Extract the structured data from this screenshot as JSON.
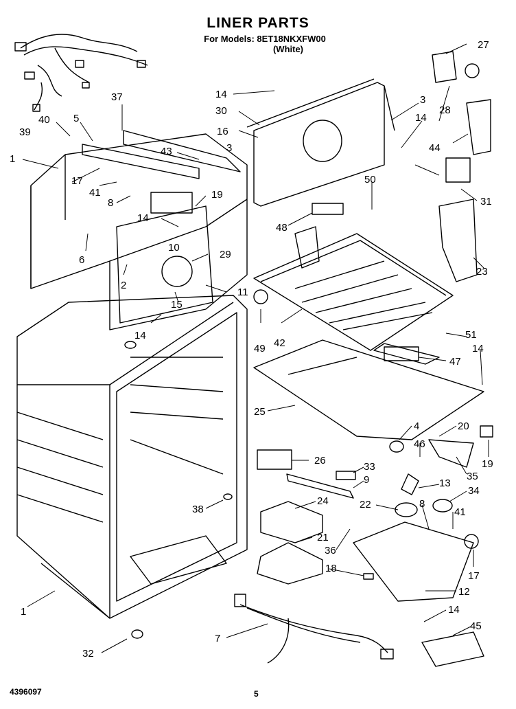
{
  "header": {
    "title": "LINER PARTS",
    "models_line": "For Models: 8ET18NKXFW00",
    "color_line": "(White)"
  },
  "footer": {
    "part_number": "4396097",
    "page_number": "5"
  },
  "callouts": [
    {
      "id": "c27",
      "label": "27"
    },
    {
      "id": "c37",
      "label": "37"
    },
    {
      "id": "c14a",
      "label": "14"
    },
    {
      "id": "c3a",
      "label": "3"
    },
    {
      "id": "c30",
      "label": "30"
    },
    {
      "id": "c14b",
      "label": "14"
    },
    {
      "id": "c28",
      "label": "28"
    },
    {
      "id": "c40",
      "label": "40"
    },
    {
      "id": "c5",
      "label": "5"
    },
    {
      "id": "c16",
      "label": "16"
    },
    {
      "id": "c39",
      "label": "39"
    },
    {
      "id": "c44",
      "label": "44"
    },
    {
      "id": "c3b",
      "label": "3"
    },
    {
      "id": "c43",
      "label": "43"
    },
    {
      "id": "c1a",
      "label": "1"
    },
    {
      "id": "c50",
      "label": "50"
    },
    {
      "id": "c17a",
      "label": "17"
    },
    {
      "id": "c41a",
      "label": "41"
    },
    {
      "id": "c31",
      "label": "31"
    },
    {
      "id": "c19a",
      "label": "19"
    },
    {
      "id": "c8a",
      "label": "8"
    },
    {
      "id": "c48",
      "label": "48"
    },
    {
      "id": "c14c",
      "label": "14"
    },
    {
      "id": "c10",
      "label": "10"
    },
    {
      "id": "c23",
      "label": "23"
    },
    {
      "id": "c6",
      "label": "6"
    },
    {
      "id": "c29",
      "label": "29"
    },
    {
      "id": "c2",
      "label": "2"
    },
    {
      "id": "c11",
      "label": "11"
    },
    {
      "id": "c15",
      "label": "15"
    },
    {
      "id": "c14d",
      "label": "14"
    },
    {
      "id": "c49",
      "label": "49"
    },
    {
      "id": "c42",
      "label": "42"
    },
    {
      "id": "c51",
      "label": "51"
    },
    {
      "id": "c14e",
      "label": "14"
    },
    {
      "id": "c47",
      "label": "47"
    },
    {
      "id": "c25",
      "label": "25"
    },
    {
      "id": "c4",
      "label": "4"
    },
    {
      "id": "c20",
      "label": "20"
    },
    {
      "id": "c46",
      "label": "46"
    },
    {
      "id": "c19b",
      "label": "19"
    },
    {
      "id": "c26",
      "label": "26"
    },
    {
      "id": "c35",
      "label": "35"
    },
    {
      "id": "c33",
      "label": "33"
    },
    {
      "id": "c9",
      "label": "9"
    },
    {
      "id": "c13",
      "label": "13"
    },
    {
      "id": "c24",
      "label": "24"
    },
    {
      "id": "c34",
      "label": "34"
    },
    {
      "id": "c22",
      "label": "22"
    },
    {
      "id": "c8b",
      "label": "8"
    },
    {
      "id": "c38",
      "label": "38"
    },
    {
      "id": "c41b",
      "label": "41"
    },
    {
      "id": "c21",
      "label": "21"
    },
    {
      "id": "c36",
      "label": "36"
    },
    {
      "id": "c18",
      "label": "18"
    },
    {
      "id": "c17b",
      "label": "17"
    },
    {
      "id": "c12",
      "label": "12"
    },
    {
      "id": "c1b",
      "label": "1"
    },
    {
      "id": "c14f",
      "label": "14"
    },
    {
      "id": "c7",
      "label": "7"
    },
    {
      "id": "c45",
      "label": "45"
    },
    {
      "id": "c32",
      "label": "32"
    }
  ]
}
